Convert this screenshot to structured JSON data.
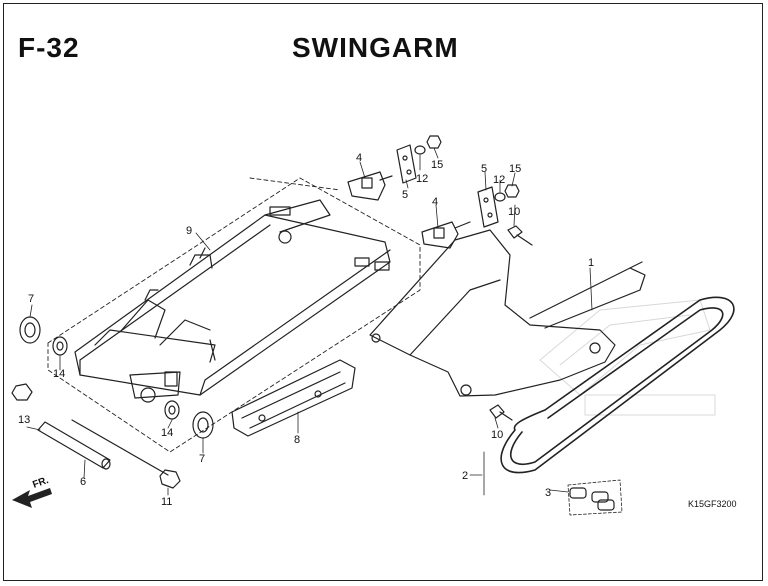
{
  "header": {
    "figure_code": "F-32",
    "title": "SWINGARM"
  },
  "reference_code": "K15GF3200",
  "direction_label": "FR.",
  "callouts": [
    {
      "label": "1"
    },
    {
      "label": "2"
    },
    {
      "label": "3"
    },
    {
      "label": "4"
    },
    {
      "label": "4"
    },
    {
      "label": "5"
    },
    {
      "label": "5"
    },
    {
      "label": "6"
    },
    {
      "label": "7"
    },
    {
      "label": "7"
    },
    {
      "label": "8"
    },
    {
      "label": "9"
    },
    {
      "label": "10"
    },
    {
      "label": "10"
    },
    {
      "label": "11"
    },
    {
      "label": "12"
    },
    {
      "label": "12"
    },
    {
      "label": "13"
    },
    {
      "label": "14"
    },
    {
      "label": "14"
    },
    {
      "label": "15"
    },
    {
      "label": "15"
    }
  ]
}
